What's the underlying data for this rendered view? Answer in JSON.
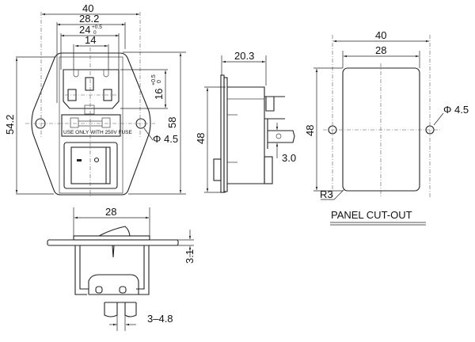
{
  "front_view": {
    "dim_width_total": "40",
    "dim_width_body": "28.2",
    "dim_width_inlet": "24",
    "dim_width_inlet_tol_upper": "+0.5",
    "dim_width_inlet_tol_lower": "0",
    "dim_pin_spacing": "14",
    "dim_height_body": "54.2",
    "dim_height_total": "58",
    "dim_inlet_height": "16",
    "dim_inlet_height_tol_upper": "+0.5",
    "dim_inlet_height_tol_lower": "0",
    "dim_hole": "Φ 4.5",
    "fuse_label": "USE ONLY WITH 250V FUSE"
  },
  "side_view": {
    "dim_depth": "20.3",
    "dim_height": "48",
    "dim_terminal": "3.0"
  },
  "bottom_view": {
    "dim_width": "28",
    "dim_switch_height": "3.1",
    "dim_terminal_width": "3–4.8"
  },
  "panel_cutout": {
    "title": "PANEL CUT-OUT",
    "dim_width_total": "40",
    "dim_width": "28",
    "dim_height": "48",
    "dim_hole": "Φ 4.5",
    "dim_radius": "R3"
  }
}
